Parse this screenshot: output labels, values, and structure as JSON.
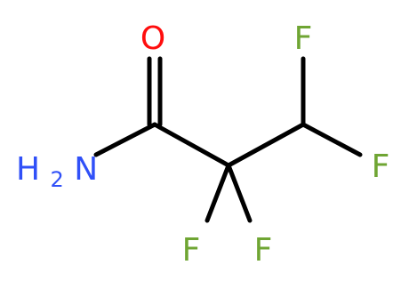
{
  "molecule": {
    "atoms": {
      "oxygen": "O",
      "nitrogen_group": {
        "main_left": "H",
        "subscript": "2",
        "main_right": "N"
      },
      "fluorine_top": "F",
      "fluorine_right": "F",
      "fluorine_bottom_left": "F",
      "fluorine_bottom_right": "F"
    },
    "colors": {
      "bond": "#000000",
      "oxygen": "#ff0d0d",
      "nitrogen": "#3050f8",
      "fluorine": "#6fa533"
    }
  }
}
